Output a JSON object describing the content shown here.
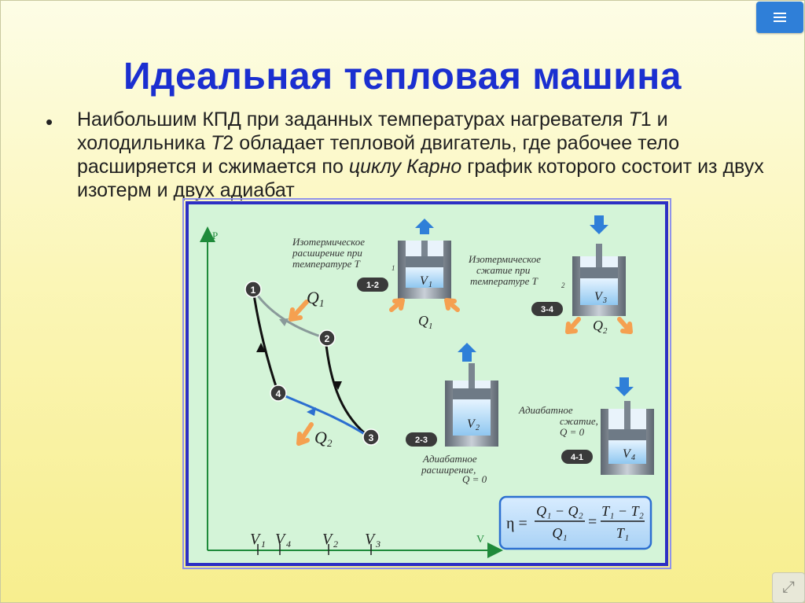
{
  "title": "Идеальная тепловая машина",
  "bullet": "•",
  "text": {
    "p1": "Наибольшим КПД при заданных температурах нагревателя ",
    "T1": "T",
    "T1n": "1",
    "p2": " и холодильника ",
    "T2": "T",
    "T2n": "2",
    "p3": " обладает тепловой двигатель, где рабочее тело расширяется и сжимается по ",
    "carnot": "циклу Карно",
    "p4": " график которого состоит из двух изотерм и двух адиабат"
  },
  "diagram": {
    "axis_p": "P",
    "axis_v": "V",
    "points": [
      "1",
      "2",
      "3",
      "4"
    ],
    "q1": "Q",
    "q1n": "1",
    "q2": "Q",
    "q2n": "2",
    "v_ticks": [
      {
        "l": "V",
        "n": "1"
      },
      {
        "l": "V",
        "n": "4"
      },
      {
        "l": "V",
        "n": "2"
      },
      {
        "l": "V",
        "n": "3"
      }
    ],
    "stages": {
      "s12": {
        "label": "1-2",
        "caption": [
          "Изотермическое",
          "расширение при",
          "температуре T"
        ],
        "capsub": "1",
        "vol": "V",
        "voln": "1",
        "q": "Q",
        "qn": "1"
      },
      "s34": {
        "label": "3-4",
        "caption": [
          "Изотермическое",
          "сжатие при",
          "температуре T"
        ],
        "capsub": "2",
        "vol": "V",
        "voln": "3",
        "q": "Q",
        "qn": "2"
      },
      "s23": {
        "label": "2-3",
        "caption": [
          "Адиабатное",
          "расширение,",
          "Q = 0"
        ],
        "vol": "V",
        "voln": "2"
      },
      "s41": {
        "label": "4-1",
        "caption": [
          "Адиабатное",
          "сжатие,",
          "Q = 0"
        ],
        "vol": "V",
        "voln": "4"
      }
    },
    "formula": {
      "eta": "η =",
      "num1": "Q₁ − Q₂",
      "den1": "Q₁",
      "eq": "=",
      "num2": "T₁ − T₂",
      "den2": "T₁"
    }
  },
  "colors": {
    "title": "#1b2fd0",
    "frame": "#2d2fc4",
    "panel": "#d4f4d8",
    "isotherm_hot": "#8a9a9a",
    "adiabat_blue": "#2c6fd0",
    "heat_arrow": "#f5a050",
    "motion_arrow": "#2f7fd8",
    "axis": "#1f8a3a"
  },
  "icons": [
    "menu-icon",
    "fullscreen-icon",
    "up-arrow-icon",
    "down-arrow-icon",
    "heat-arrow-icon"
  ]
}
